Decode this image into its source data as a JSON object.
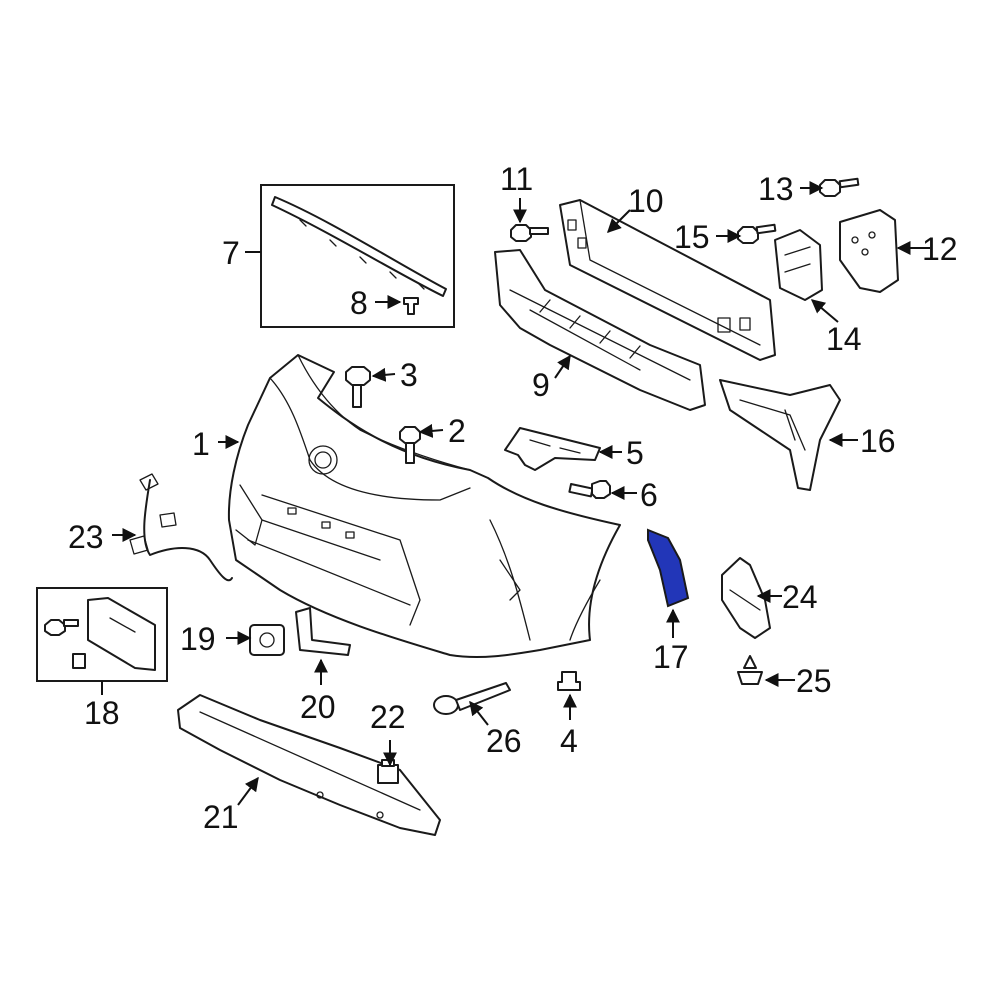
{
  "diagram": {
    "highlight_color": "#2236b8",
    "line_color": "#1a1a1a",
    "highlighted_part": "17",
    "callouts": [
      "1",
      "2",
      "3",
      "4",
      "5",
      "6",
      "7",
      "8",
      "9",
      "10",
      "11",
      "12",
      "13",
      "14",
      "15",
      "16",
      "17",
      "18",
      "19",
      "20",
      "21",
      "22",
      "23",
      "24",
      "25",
      "26"
    ]
  }
}
